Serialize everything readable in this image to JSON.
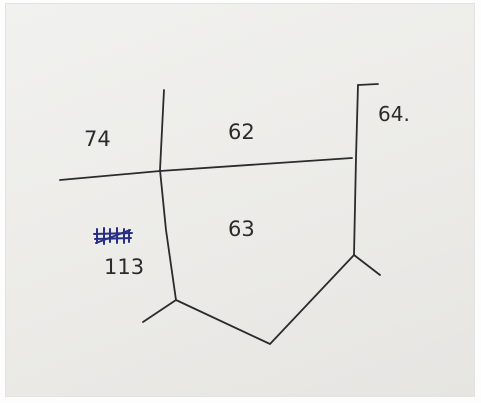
{
  "sketch": {
    "labels": {
      "parcel_74": "74",
      "parcel_62": "62",
      "parcel_64": "64.",
      "parcel_63": "63",
      "parcel_113": "113"
    },
    "colors": {
      "ink": "#2b2b2e",
      "strikeout_ink": "#2a2f86",
      "paper": "#eceae7"
    }
  }
}
